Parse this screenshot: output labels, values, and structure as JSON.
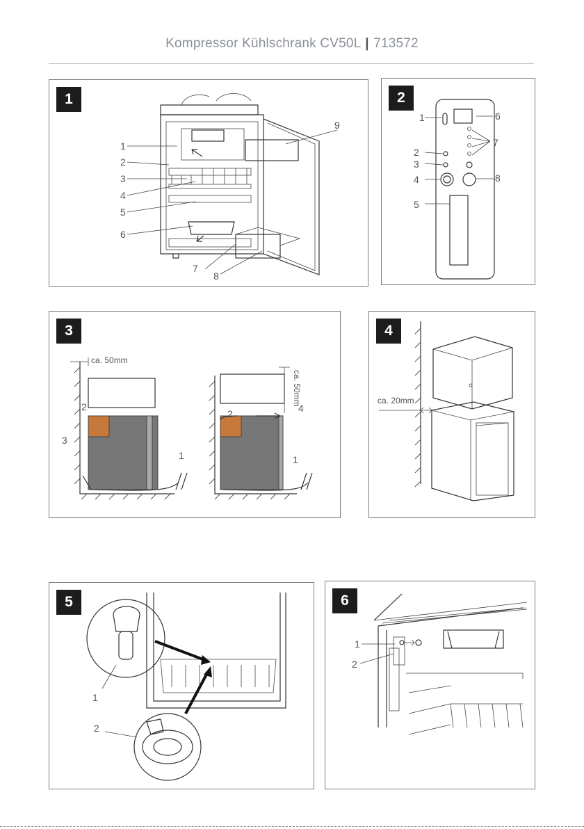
{
  "header": {
    "title": "Kompressor Kühlschrank CV50L",
    "separator": "|",
    "article_number": "713572"
  },
  "panels": {
    "p1": {
      "badge": "1",
      "callouts": [
        "1",
        "2",
        "3",
        "4",
        "5",
        "6",
        "7",
        "8",
        "9"
      ]
    },
    "p2": {
      "badge": "2",
      "callouts": [
        "1",
        "2",
        "3",
        "4",
        "5",
        "6",
        "7",
        "8"
      ]
    },
    "p3": {
      "badge": "3",
      "dim_side": "ca. 50mm",
      "dim_top": "ca. 50mm",
      "callouts": [
        "1",
        "2",
        "3",
        "1",
        "2",
        "4"
      ]
    },
    "p4": {
      "badge": "4",
      "dim_wall": "ca. 20mm"
    },
    "p5": {
      "badge": "5",
      "callouts": [
        "1",
        "2"
      ]
    },
    "p6": {
      "badge": "6",
      "callouts": [
        "1",
        "2"
      ]
    }
  }
}
